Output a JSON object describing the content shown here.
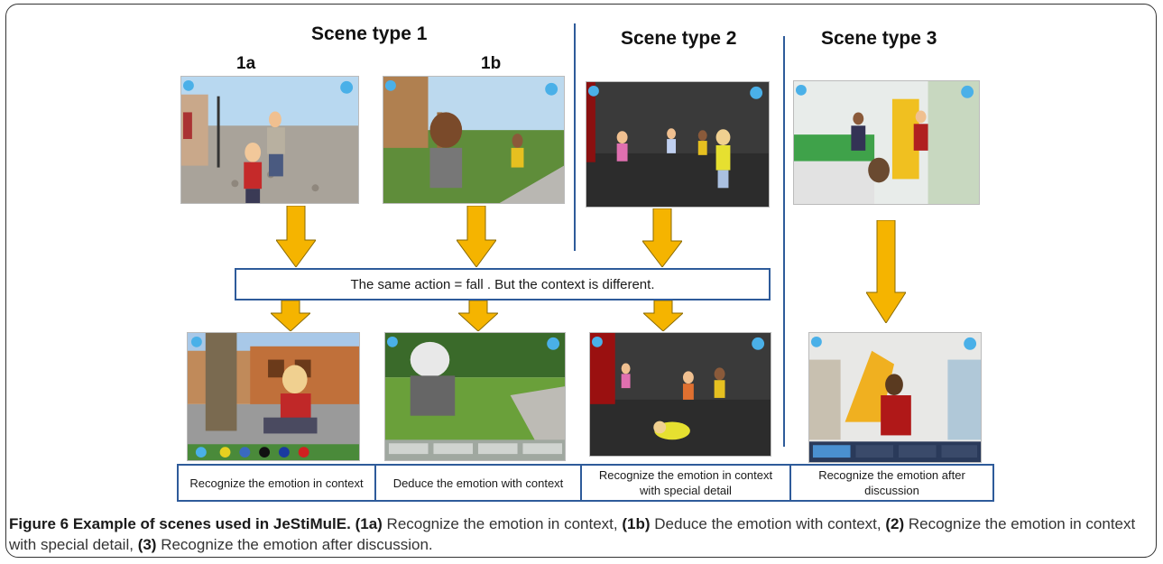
{
  "headings": {
    "scene1": "Scene type 1",
    "scene2": "Scene type 2",
    "scene3": "Scene type 3",
    "sub_1a": "1a",
    "sub_1b": "1b"
  },
  "action_text": "The same action =  fall . But the context is different.",
  "tasks": [
    "Recognize the emotion in context",
    "Deduce the emotion with context",
    "Recognize the emotion  in context with special detail",
    "Recognize the emotion after discussion"
  ],
  "caption": {
    "label": "Figure 6 Example of scenes used in JeStiMulE.",
    "p1_tag": "(1a)",
    "p1_text": " Recognize the emotion in context, ",
    "p2_tag": "(1b)",
    "p2_text": " Deduce the emotion with context, ",
    "p3_tag": "(2)",
    "p3_text": " Recognize the emotion in context with special detail, ",
    "p4_tag": "(3)",
    "p4_text": " Recognize the emotion after discussion."
  },
  "colors": {
    "arrow_fill": "#f5b400",
    "arrow_stroke": "#8a6a00",
    "box_border": "#2e5b9a",
    "divider": "#2e5b9a"
  },
  "icons": [
    "game-screenshot",
    "down-arrow-icon"
  ]
}
